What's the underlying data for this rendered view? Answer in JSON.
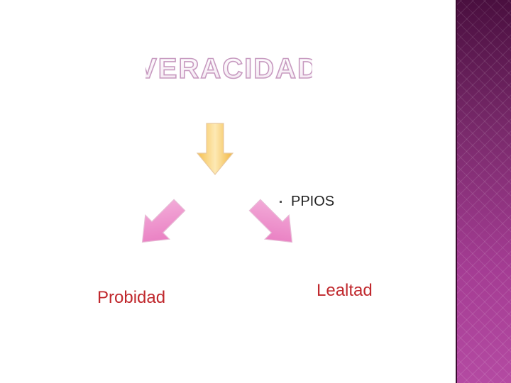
{
  "title": "VERACIDAD",
  "labels": {
    "ppios": "PPIOS",
    "probidad": "Probidad",
    "lealtad": "Lealtad"
  },
  "colors": {
    "title_fill": "#ffffff",
    "title_stroke": "#c79ac0",
    "down_arrow": "#f7c768",
    "diag_arrows": "#ec86c8",
    "label_red": "#c0282d",
    "side_band": "#8c3480"
  }
}
